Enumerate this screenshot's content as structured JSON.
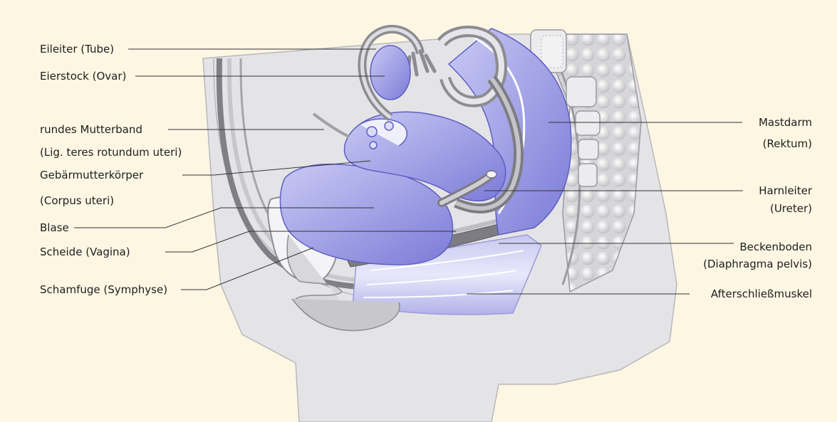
{
  "labels": {
    "left": [
      {
        "id": "eileiter",
        "lines": [
          "Eileiter (Tube)"
        ]
      },
      {
        "id": "eierstock",
        "lines": [
          "Eierstock (Ovar)"
        ]
      },
      {
        "id": "mutterband",
        "lines": [
          "rundes Mutterband",
          "(Lig. teres rotundum uteri)"
        ]
      },
      {
        "id": "gebaermutter",
        "lines": [
          "Gebärmutterkörper",
          "(Corpus uteri)"
        ]
      },
      {
        "id": "blase",
        "lines": [
          "Blase"
        ]
      },
      {
        "id": "scheide",
        "lines": [
          "Scheide (Vagina)"
        ]
      },
      {
        "id": "schamfuge",
        "lines": [
          "Schamfuge (Symphyse)"
        ]
      }
    ],
    "right": [
      {
        "id": "mastdarm",
        "lines": [
          "Mastdarm",
          "(Rektum)"
        ]
      },
      {
        "id": "harnleiter",
        "lines": [
          "Harnleiter",
          "(Ureter)"
        ]
      },
      {
        "id": "beckenboden",
        "lines": [
          "Beckenboden",
          "(Diaphragma pelvis)"
        ]
      },
      {
        "id": "afterschliess",
        "lines": [
          "Afterschließmuskel"
        ]
      }
    ]
  },
  "colors": {
    "background": "#fdf6e3",
    "body": "#e6e6e8",
    "organ": "#a8a8e8",
    "organ_dark": "#6a6ad0",
    "wall": "#9a9a9e",
    "line": "#333333"
  }
}
